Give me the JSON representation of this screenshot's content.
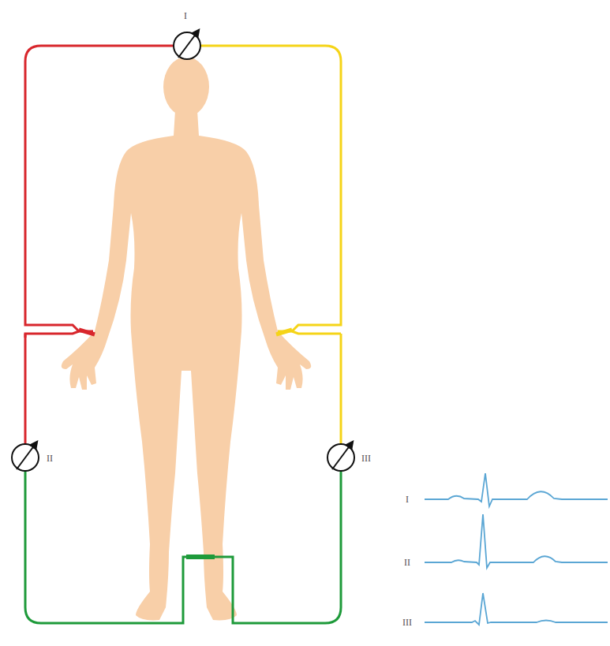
{
  "diagram": {
    "labels": [
      "I",
      "II",
      "III",
      "I",
      "II",
      "III"
    ]
  }
}
